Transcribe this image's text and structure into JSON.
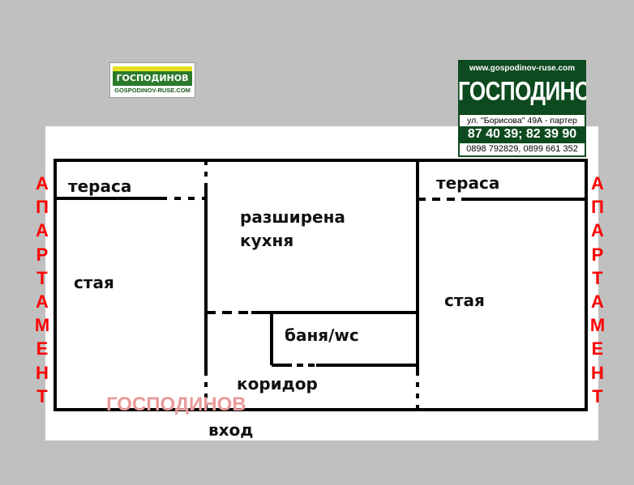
{
  "logo_small": {
    "name": "ГОСПОДИНОВ",
    "url": "GOSPODINOV-RUSE.COM"
  },
  "ad": {
    "url": "www.gospodinov-ruse.com",
    "name": "ГОСПОДИНОВ",
    "address": "ул. \"Борисова\" 49А - партер",
    "phones": "87 40 39; 82 39 90",
    "mobiles": "0898 792829, 0899 661 352"
  },
  "side_labels": {
    "left": "АПАРТАМЕНТ",
    "right": "АПАРТАМЕНТ"
  },
  "rooms": {
    "terrace_left": "тераса",
    "terrace_right": "тераса",
    "kitchen": "разширена\nкухня",
    "room_left": "стая",
    "room_right": "стая",
    "bathroom": "баня/wc",
    "corridor": "коридор",
    "entrance": "вход"
  },
  "watermark": "ГОСПОДИНОВ",
  "colors": {
    "background": "#c0c0c0",
    "panel": "#ffffff",
    "walls": "#000000",
    "side_labels": "#ff0000",
    "watermark": "#e89a9a",
    "brand_green": "#0e4a1f"
  }
}
